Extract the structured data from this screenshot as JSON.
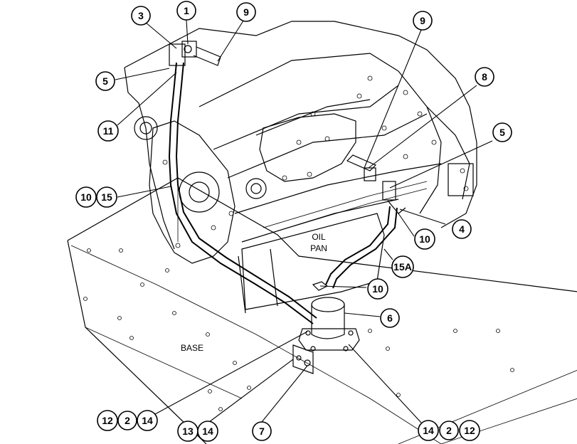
{
  "labels": {
    "oil": "OIL",
    "pan": "PAN",
    "base": "BASE"
  },
  "callouts": {
    "c1": "1",
    "c3": "3",
    "c9a": "9",
    "c5a": "5",
    "c11": "11",
    "c10a": "10",
    "c15a": "15",
    "c9b": "9",
    "c8": "8",
    "c5b": "5",
    "c4": "4",
    "c10b": "10",
    "c15A": "15A",
    "c10c": "10",
    "c6": "6",
    "c12a": "12",
    "c2a": "2",
    "c14a": "14",
    "c13": "13",
    "c14b": "14",
    "c7": "7",
    "c14c": "14",
    "c2b": "2",
    "c12b": "12"
  }
}
